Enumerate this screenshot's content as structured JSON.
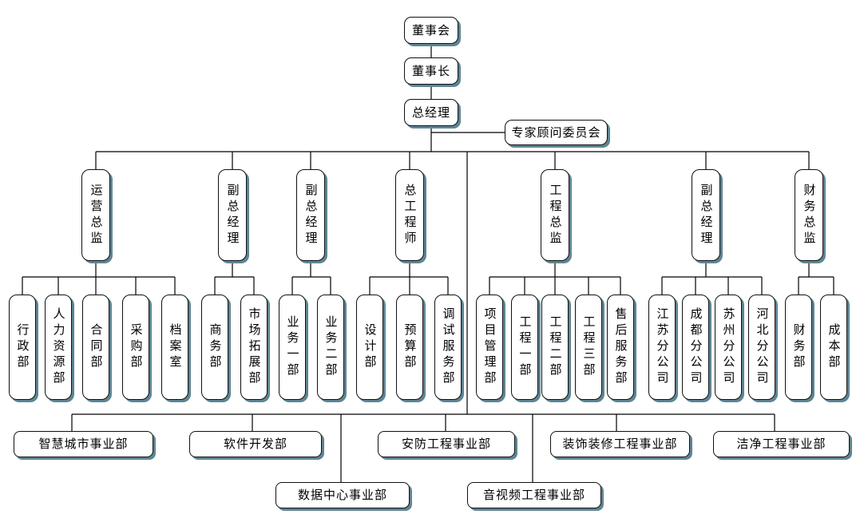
{
  "org": {
    "top": [
      "董事会",
      "董事长",
      "总经理"
    ],
    "advisory": "专家顾问委员会",
    "groups": [
      {
        "head": "运营总监",
        "depts": [
          "行政部",
          "人力资源部",
          "合同部",
          "采购部",
          "档案室"
        ]
      },
      {
        "head": "副总经理",
        "depts": [
          "商务部",
          "市场拓展部"
        ]
      },
      {
        "head": "副总经理",
        "depts": [
          "业务一部",
          "业务二部"
        ]
      },
      {
        "head": "总工程师",
        "depts": [
          "设计部",
          "预算部",
          "调试服务部"
        ]
      },
      {
        "head": "工程总监",
        "depts": [
          "项目管理部",
          "工程一部",
          "工程二部",
          "工程三部",
          "售后服务部"
        ]
      },
      {
        "head": "副总经理",
        "depts": [
          "江苏分公司",
          "成都分公司",
          "苏州分公司",
          "河北分公司"
        ]
      },
      {
        "head": "财务总监",
        "depts": [
          "财务部",
          "成本部"
        ]
      }
    ],
    "business_units_row1": [
      "智慧城市事业部",
      "软件开发部",
      "安防工程事业部",
      "装饰装修工程事业部",
      "洁净工程事业部"
    ],
    "business_units_row2": [
      "数据中心事业部",
      "音视频工程事业部"
    ]
  },
  "colors": {
    "line": "#000000",
    "box_border": "#101010",
    "box_fill": "#ffffff",
    "shadow": "#5d8593"
  }
}
